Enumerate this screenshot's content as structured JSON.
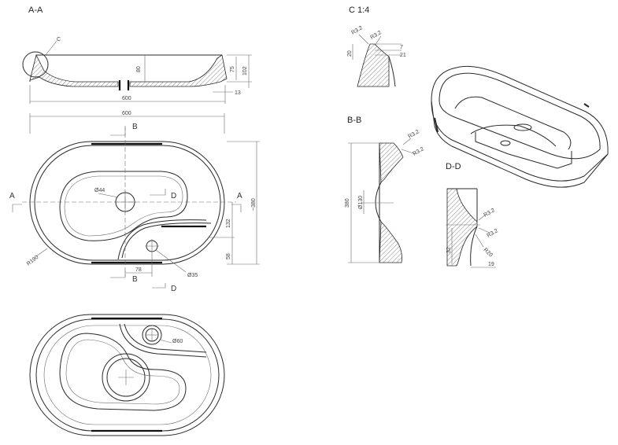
{
  "views": {
    "aa": {
      "title": "A-A",
      "detail": "C",
      "dims": {
        "height_80": "80",
        "height_75": "75",
        "height_102": "102",
        "width_600": "600",
        "dim_13": "13"
      }
    },
    "top": {
      "width_600": "600",
      "height_380": "~380",
      "radius": "R190",
      "drain_dia": "Ø44",
      "overflow_dia": "Ø35",
      "dim_132": "132",
      "dim_58": "58",
      "dim_78": "78",
      "cut_b": "B",
      "cut_d": "D",
      "cut_a": "A"
    },
    "detail_c": {
      "title": "C 1:4",
      "r1": "R3.2",
      "r2": "R3.2",
      "dim_20": "20",
      "dim_7": "7",
      "dim_21": "21"
    },
    "bb": {
      "title": "B-B",
      "r1": "R3.2",
      "r2": "R3.2",
      "dim_380": "380",
      "dia_130": "Ø130"
    },
    "dd": {
      "title": "D-D",
      "r1": "R3.2",
      "r2": "R3.2",
      "r3": "R20",
      "dim_32": "32",
      "dim_19": "19"
    },
    "bottom": {
      "dia_60": "Ø60"
    }
  }
}
